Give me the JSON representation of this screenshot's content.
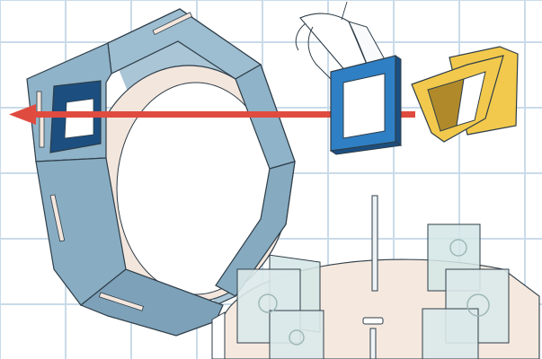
{
  "colors": {
    "background": "#ffffff",
    "grid": "#c9dbe9",
    "ring_outer": "#8fb3c8",
    "ring_face": "#9dbdd0",
    "ring_shadow": "#7da1b8",
    "ring_bore": "#f3e6dd",
    "ring_bore_shadow": "#e8d6c9",
    "blue_frame": "#2f7fc4",
    "blue_window": "#1c4f80",
    "yellow_module": "#f2c94c",
    "yellow_dark": "#b08a2a",
    "arrow": "#e04b3f",
    "platter": "#f5e9df",
    "glass": "#d4e6e6",
    "outline": "#2e3d48"
  },
  "icons": {
    "ring": "segmented-octagon-ring",
    "frame": "blue-rectangular-frame",
    "sleeve": "white-curled-sleeve",
    "module": "yellow-trapezoid-module",
    "beam": "red-arrow-left",
    "platter": "round-platter-with-panels"
  }
}
